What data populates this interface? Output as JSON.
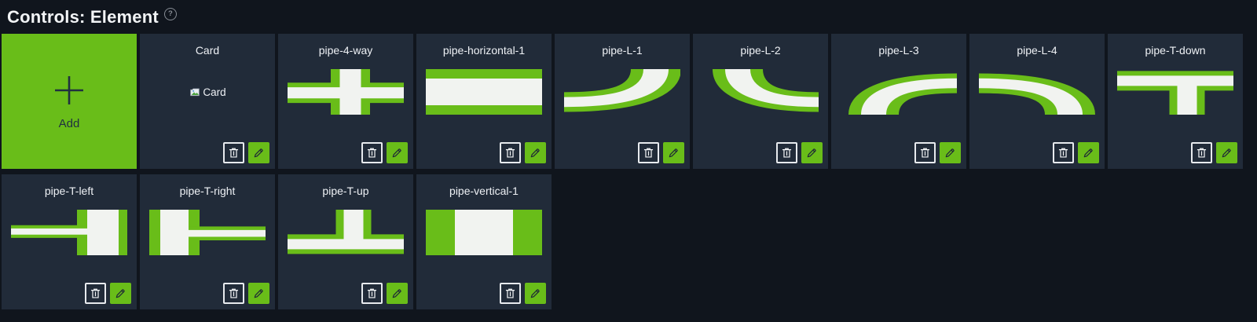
{
  "header": {
    "title": "Controls: Element",
    "help_symbol": "?"
  },
  "colors": {
    "green": "#69bd19",
    "card_bg": "#212b39",
    "page_bg": "#10151d",
    "pipe_white": "#f1f3f0",
    "dark_on_green": "#1e2836"
  },
  "add_card": {
    "label": "Add"
  },
  "broken_image_alt": "Card",
  "cards": [
    {
      "label": "Card",
      "image": "broken-image"
    },
    {
      "label": "pipe-4-way",
      "image": "pipe-4-way"
    },
    {
      "label": "pipe-horizontal-1",
      "image": "pipe-horizontal-1"
    },
    {
      "label": "pipe-L-1",
      "image": "pipe-L-1"
    },
    {
      "label": "pipe-L-2",
      "image": "pipe-L-2"
    },
    {
      "label": "pipe-L-3",
      "image": "pipe-L-3"
    },
    {
      "label": "pipe-L-4",
      "image": "pipe-L-4"
    },
    {
      "label": "pipe-T-down",
      "image": "pipe-T-down"
    },
    {
      "label": "pipe-T-left",
      "image": "pipe-T-left"
    },
    {
      "label": "pipe-T-right",
      "image": "pipe-T-right"
    },
    {
      "label": "pipe-T-up",
      "image": "pipe-T-up"
    },
    {
      "label": "pipe-vertical-1",
      "image": "pipe-vertical-1"
    }
  ],
  "card_actions": {
    "delete_icon": "trash-icon",
    "edit_icon": "pencil-icon"
  }
}
